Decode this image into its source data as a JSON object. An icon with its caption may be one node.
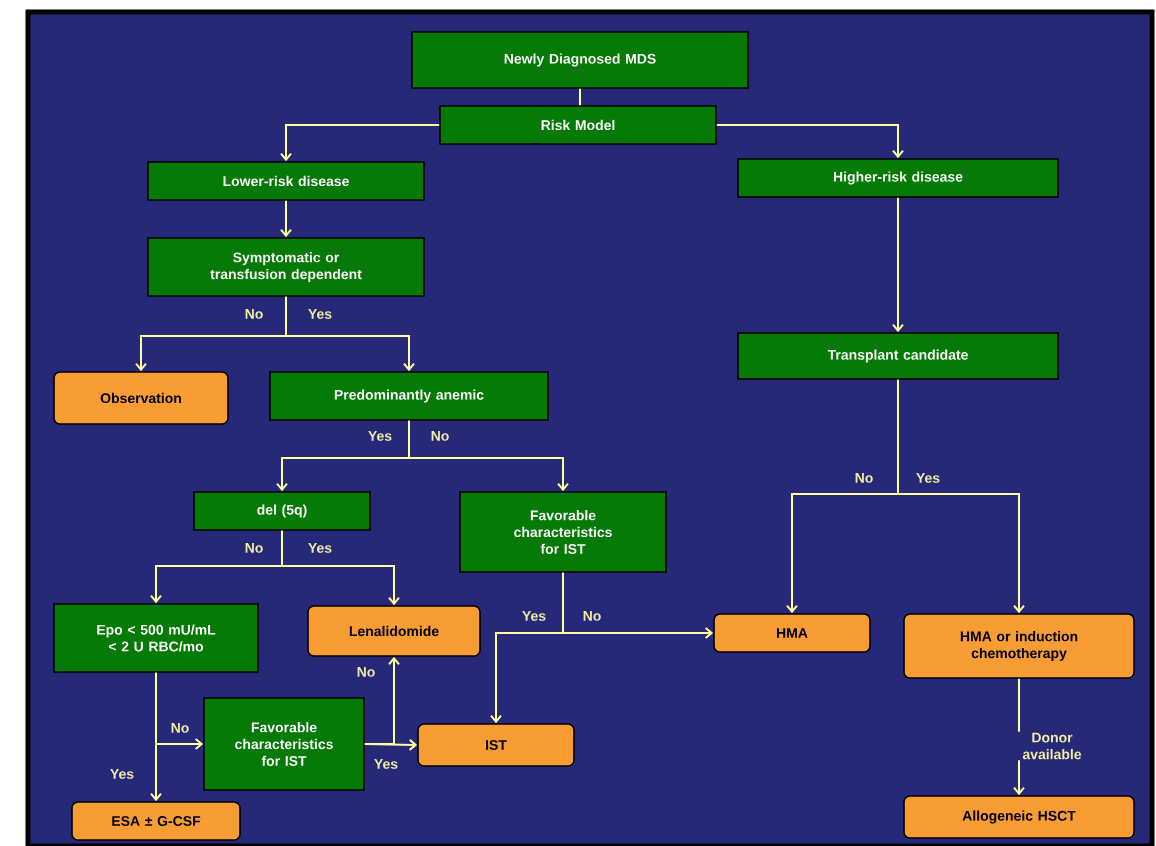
{
  "diagram": {
    "nodes": [
      {
        "text": [
          "Newly Diagnosed MDS"
        ]
      },
      {
        "text": [
          "Risk Model"
        ]
      },
      {
        "text": [
          "Lower-risk disease"
        ]
      },
      {
        "text": [
          "Higher-risk disease"
        ]
      },
      {
        "text": [
          "Symptomatic or transfusion dependent"
        ]
      },
      {
        "text": [
          "Observation"
        ]
      },
      {
        "text": [
          "Predominantly anemic"
        ]
      },
      {
        "text": [
          "Transplant candidate"
        ]
      },
      {
        "text": [
          "del (5q)"
        ]
      },
      {
        "text": [
          "Favorable characteristics for IST"
        ]
      },
      {
        "text": [
          "Epo < 500 mU/mL < 2 U RBC/mo"
        ]
      },
      {
        "text": [
          "Lenalidomide"
        ]
      },
      {
        "text": [
          "HMA"
        ]
      },
      {
        "text": [
          "HMA or induction chemotherapy"
        ]
      },
      {
        "text": [
          "Favorable characteristics for IST"
        ]
      },
      {
        "text": [
          "IST"
        ]
      },
      {
        "text": [
          "ESA ± G-CSF"
        ]
      },
      {
        "text": [
          "Allogeneic HSCT"
        ]
      }
    ],
    "edges": [
      {
        "from": 0,
        "to": 1,
        "arrow": "none"
      },
      {
        "from": 1,
        "to": 2,
        "arrow": "to"
      },
      {
        "from": 1,
        "to": 3,
        "arrow": "to"
      },
      {
        "from": 2,
        "to": 4,
        "arrow": "to"
      },
      {
        "from": 4,
        "to": 5,
        "arrow": "to",
        "label": "No"
      },
      {
        "from": 4,
        "to": 6,
        "arrow": "to",
        "label": "Yes"
      },
      {
        "from": 3,
        "to": 7,
        "arrow": "to"
      },
      {
        "from": 6,
        "to": 8,
        "arrow": "to",
        "label": "Yes"
      },
      {
        "from": 6,
        "to": 9,
        "arrow": "to",
        "label": "No"
      },
      {
        "from": 7,
        "to": 12,
        "arrow": "to",
        "label": "No"
      },
      {
        "from": 7,
        "to": 13,
        "arrow": "to",
        "label": "Yes"
      },
      {
        "from": 8,
        "to": 10,
        "arrow": "to",
        "label": "No"
      },
      {
        "from": 8,
        "to": 11,
        "arrow": "to",
        "label": "Yes"
      },
      {
        "from": 9,
        "to": 15,
        "arrow": "to",
        "label": "Yes"
      },
      {
        "from": 9,
        "to": 12,
        "arrow": "to",
        "label": "No"
      },
      {
        "from": 10,
        "to": 14,
        "arrow": "to",
        "label": "No"
      },
      {
        "from": 10,
        "to": 16,
        "arrow": "to",
        "label": "Yes"
      },
      {
        "from": 14,
        "to": 11,
        "arrow": "to",
        "label": "No"
      },
      {
        "from": 14,
        "to": 15,
        "arrow": "to",
        "label": "Yes"
      },
      {
        "from": 13,
        "to": 17,
        "arrow": "to",
        "label": "Donor available"
      }
    ]
  }
}
